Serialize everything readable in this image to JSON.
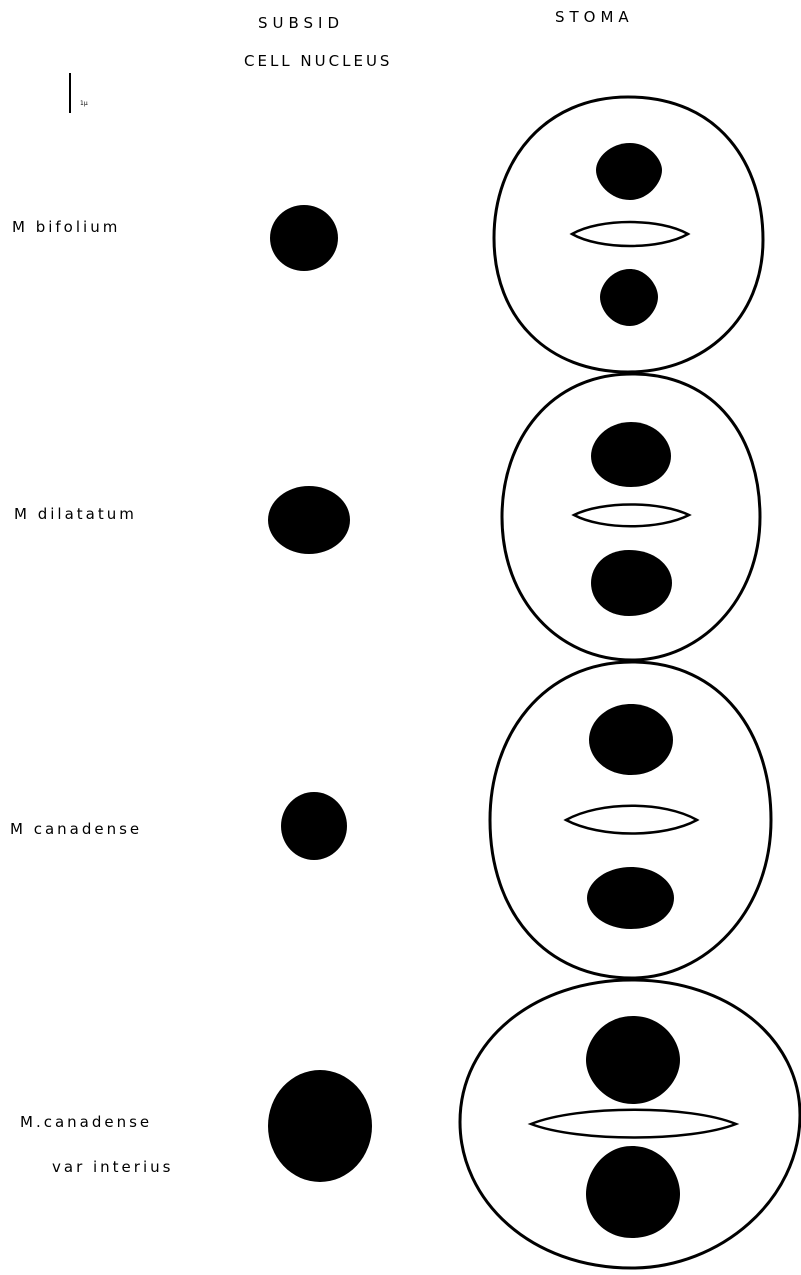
{
  "headers": {
    "subsid_line1": "SUBSID",
    "subsid_line2": "CELL NUCLEUS",
    "stoma": "STOMA"
  },
  "scale_bar": {
    "label": "1µ"
  },
  "rows": [
    {
      "label": "M bifolium"
    },
    {
      "label": "M dilatatum"
    },
    {
      "label": "M canadense"
    },
    {
      "label": "M.canadense",
      "label_line2": "var interius"
    }
  ],
  "colors": {
    "ink": "#000000",
    "paper": "#ffffff"
  }
}
